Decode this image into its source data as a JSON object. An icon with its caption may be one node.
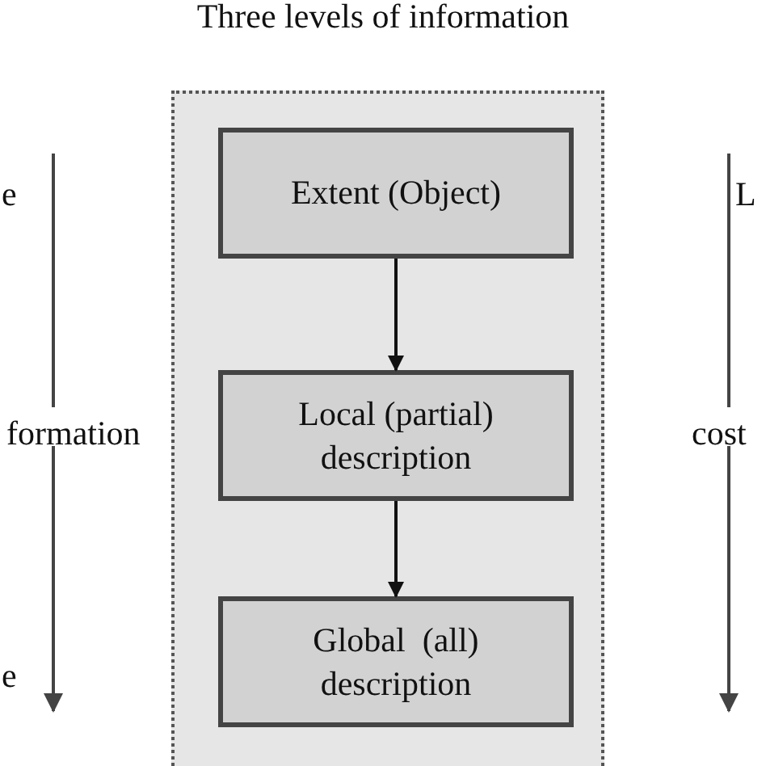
{
  "diagram": {
    "title": "Three levels of information",
    "nodes": [
      {
        "text": [],
        "shape": "box"
      },
      {
        "text": [
          "Extent (Object)"
        ],
        "in": 0
      },
      {
        "text": [
          "Local (partial) description"
        ],
        "in": 0
      },
      {
        "text": [
          "Global  (all) description"
        ],
        "in": 0
      }
    ],
    "edges": [
      {
        "from": 1,
        "to": 2,
        "arrow": "to"
      },
      {
        "from": 2,
        "to": 3,
        "arrow": "to"
      }
    ],
    "labels": [
      "e",
      "L",
      "formation",
      "cost",
      "e"
    ]
  }
}
